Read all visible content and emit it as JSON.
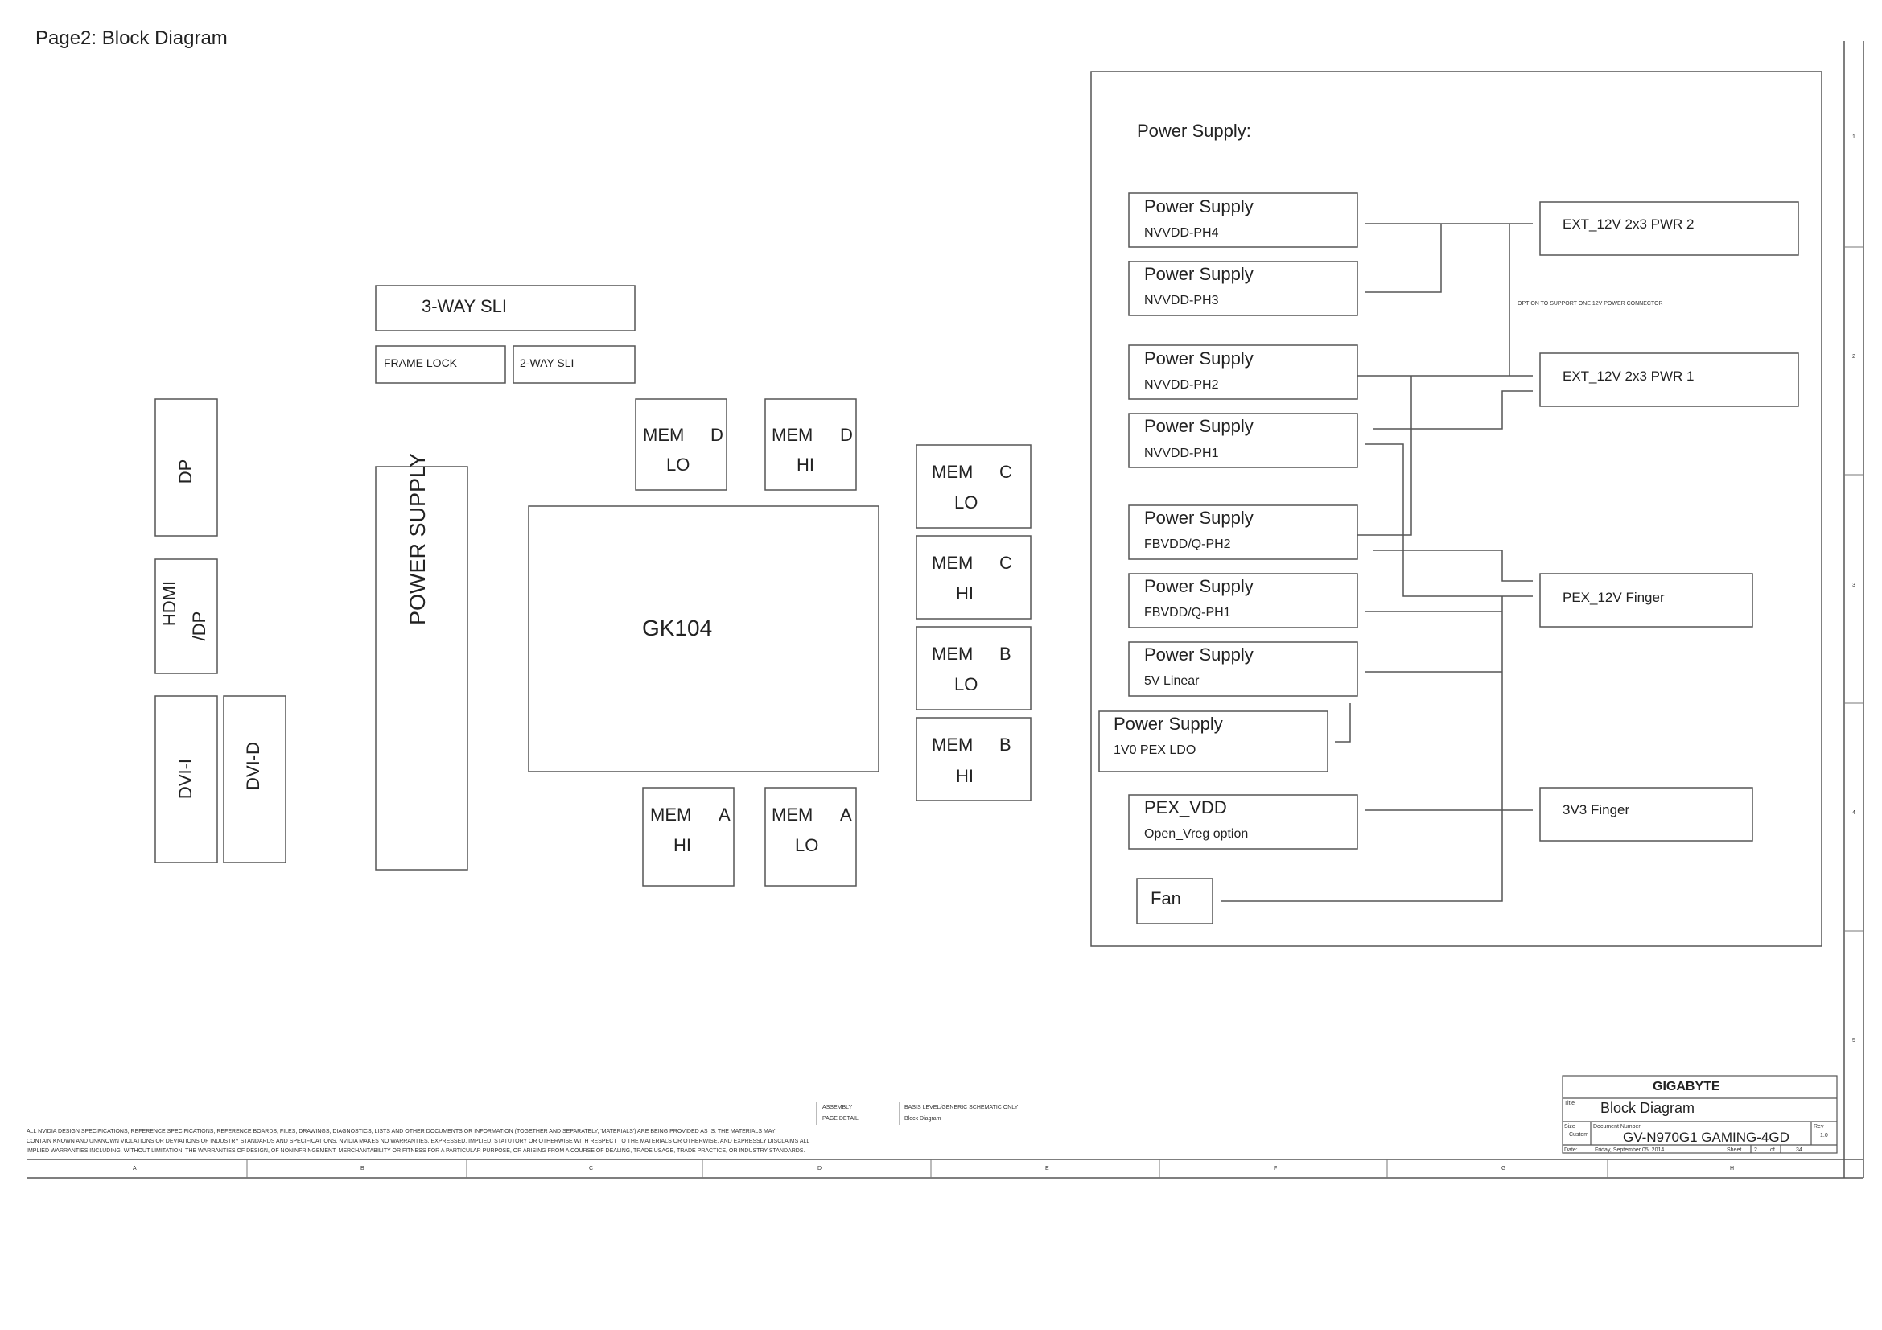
{
  "page_title": "Page2: Block Diagram",
  "left": {
    "sli": {
      "main": "3-WAY SLI",
      "frame_lock": "FRAME LOCK",
      "two_way": "2-WAY SLI"
    },
    "connectors": {
      "dp": "DP",
      "hdmi_line1": "HDMI",
      "hdmi_line2": "/DP",
      "dvi_i": "DVI-I",
      "dvi_d": "DVI-D"
    },
    "power_supply": "POWER SUPPLY",
    "gpu": "GK104",
    "memory": {
      "d_lo": {
        "mem": "MEM",
        "ch": "D",
        "half": "LO"
      },
      "d_hi": {
        "mem": "MEM",
        "ch": "D",
        "half": "HI"
      },
      "c_lo": {
        "mem": "MEM",
        "ch": "C",
        "half": "LO"
      },
      "c_hi": {
        "mem": "MEM",
        "ch": "C",
        "half": "HI"
      },
      "b_lo": {
        "mem": "MEM",
        "ch": "B",
        "half": "LO"
      },
      "b_hi": {
        "mem": "MEM",
        "ch": "B",
        "half": "HI"
      },
      "a_hi": {
        "mem": "MEM",
        "ch": "A",
        "half": "HI"
      },
      "a_lo": {
        "mem": "MEM",
        "ch": "A",
        "half": "LO"
      }
    }
  },
  "right": {
    "title": "Power Supply:",
    "supplies": [
      {
        "title": "Power Supply",
        "sub": "NVVDD-PH4"
      },
      {
        "title": "Power Supply",
        "sub": "NVVDD-PH3"
      },
      {
        "title": "Power Supply",
        "sub": "NVVDD-PH2"
      },
      {
        "title": "Power Supply",
        "sub": "NVVDD-PH1"
      },
      {
        "title": "Power Supply",
        "sub": "FBVDD/Q-PH2"
      },
      {
        "title": "Power Supply",
        "sub": "FBVDD/Q-PH1"
      },
      {
        "title": "Power Supply",
        "sub": "5V Linear"
      },
      {
        "title": "Power Supply",
        "sub": "1V0 PEX LDO"
      },
      {
        "title": "PEX_VDD",
        "sub": "Open_Vreg option"
      }
    ],
    "fan": "Fan",
    "ext_pwr2": "EXT_12V 2x3 PWR 2",
    "option_note": "OPTION TO SUPPORT ONE 12V POWER CONNECTOR",
    "ext_pwr1": "EXT_12V 2x3 PWR 1",
    "pex_12v": "PEX_12V Finger",
    "finger_3v3": "3V3 Finger"
  },
  "title_block": {
    "company": "GIGABYTE",
    "title_label": "Title",
    "title": "Block Diagram",
    "size_label": "Size",
    "size": "Custom",
    "docnum_label": "Document Number",
    "docnum": "GV-N970G1 GAMING-4GD",
    "rev_label": "Rev",
    "rev": "1.0",
    "date_label": "Date:",
    "date": "Friday, September 05, 2014",
    "sheet_label": "Sheet",
    "sheet": "2",
    "of_label": "of",
    "of": "34"
  },
  "assembly": {
    "assembly": "ASSEMBLY",
    "page_detail": "PAGE DETAIL",
    "basis": "BASIS LEVEL/GENERIC SCHEMATIC ONLY",
    "page": "Block Diagram"
  },
  "disclaimer": [
    "ALL NVIDIA DESIGN SPECIFICATIONS, REFERENCE SPECIFICATIONS, REFERENCE BOARDS, FILES, DRAWINGS, DIAGNOSTICS, LISTS AND OTHER DOCUMENTS OR INFORMATION (TOGETHER AND SEPARATELY, 'MATERIALS') ARE BEING PROVIDED AS IS. THE MATERIALS MAY",
    "CONTAIN KNOWN AND UNKNOWN VIOLATIONS OR DEVIATIONS OF INDUSTRY STANDARDS AND SPECIFICATIONS. NVIDIA MAKES NO WARRANTIES, EXPRESSED, IMPLIED, STATUTORY OR OTHERWISE WITH RESPECT TO THE MATERIALS OR OTHERWISE, AND EXPRESSLY DISCLAIMS ALL",
    "IMPLIED WARRANTIES INCLUDING, WITHOUT LIMITATION, THE WARRANTIES OF DESIGN, OF NONINFRINGEMENT, MERCHANTABILITY OR FITNESS FOR A PARTICULAR PURPOSE, OR ARISING FROM A COURSE OF DEALING, TRADE USAGE, TRADE PRACTICE, OR INDUSTRY STANDARDS."
  ],
  "zones_x": [
    "A",
    "B",
    "C",
    "D",
    "E",
    "F",
    "G",
    "H"
  ],
  "zones_y": [
    "1",
    "2",
    "3",
    "4",
    "5"
  ]
}
